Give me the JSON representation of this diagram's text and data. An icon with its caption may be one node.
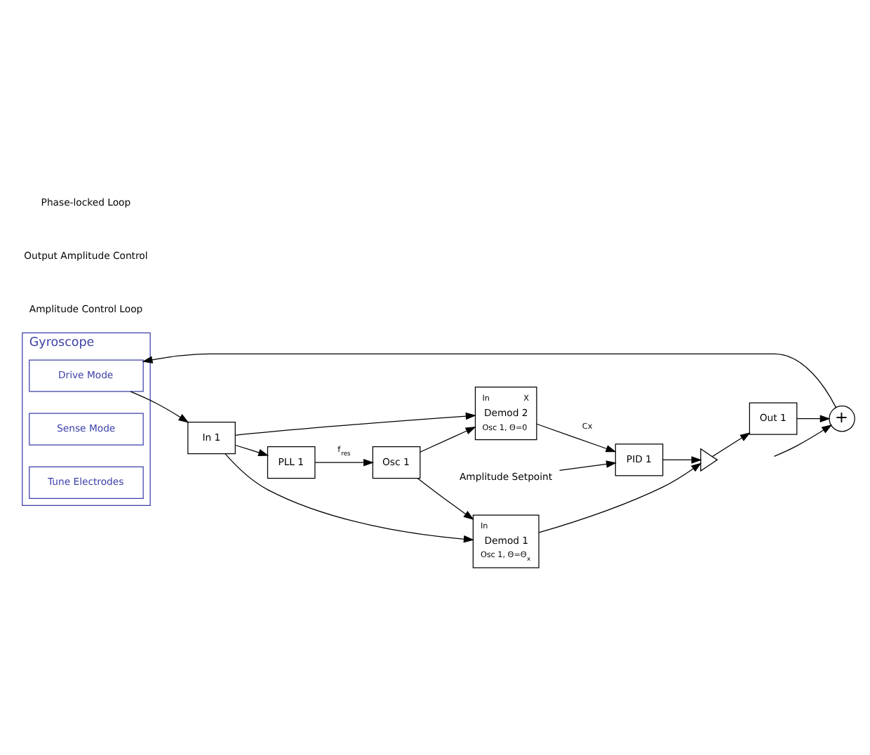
{
  "diagram": {
    "nodes": [
      {
        "text": [
          "In",
          "X",
          "Demod 2",
          "Osc 1, Θ=0"
        ]
      },
      {
        "text": [
          "PID 1"
        ]
      },
      {
        "text": [
          "In",
          "Demod 1",
          "Osc 1, Θ=Θ$_{x}$"
        ]
      },
      {
        "text": [],
        "shape": "triangle"
      },
      {
        "text": [
          "PLL 1"
        ]
      },
      {
        "text": [
          "Osc 1"
        ]
      },
      {
        "text": [
          "In 1"
        ]
      },
      {
        "text": [
          "Out 1"
        ]
      },
      {
        "text": [
          "+"
        ]
      },
      {
        "text": [
          "Gyroscope"
        ]
      },
      {
        "text": [
          "Drive Mode"
        ],
        "in": 9
      },
      {
        "text": [
          "Sense Mode"
        ],
        "in": 9
      },
      {
        "text": [
          "Tune Electrodes"
        ],
        "in": 9
      },
      {
        "text": [
          "Amplitude Setpoint"
        ]
      }
    ],
    "edges": [
      {
        "from": 6,
        "to": 0,
        "arrow": "to"
      },
      {
        "from": 6,
        "to": 2,
        "arrow": "to"
      },
      {
        "from": 6,
        "to": 4,
        "arrow": "to"
      },
      {
        "from": 5,
        "to": 0,
        "arrow": "to"
      },
      {
        "from": 5,
        "to": 2,
        "arrow": "to"
      },
      {
        "from": 0,
        "to": 1,
        "label": "Cx",
        "arrow": "to"
      },
      {
        "from": 13,
        "to": 1,
        "arrow": "to"
      },
      {
        "from": 1,
        "to": 3,
        "arrow": "to"
      },
      {
        "from": 2,
        "to": 3,
        "arrow": "to"
      },
      {
        "from": 4,
        "to": 5,
        "label": "f$_{res}$",
        "arrow": "to"
      },
      {
        "from": 3,
        "to": 7,
        "arrow": "to"
      },
      {
        "from": 7,
        "to": 8,
        "arrow": "to"
      },
      {
        "from": null,
        "to": 8,
        "arrow": "to"
      },
      {
        "from": 8,
        "to": 10,
        "arrow": "to"
      },
      {
        "from": 10,
        "to": 6,
        "arrow": "to"
      }
    ],
    "labels": [
      "Amplitude Control Loop",
      "Output Amplitude Control",
      "Phase-locked Loop"
    ]
  }
}
